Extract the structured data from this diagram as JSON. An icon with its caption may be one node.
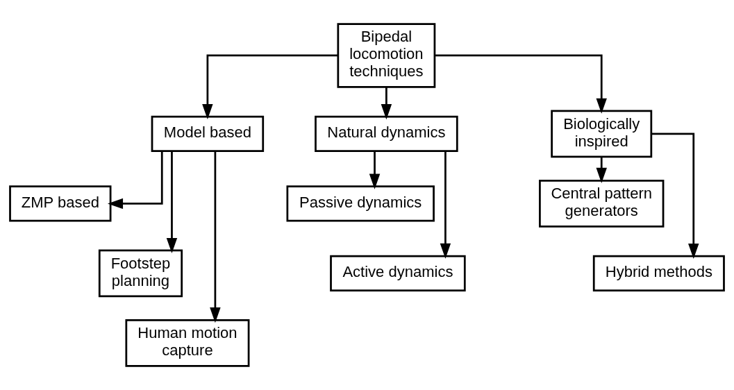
{
  "diagram": {
    "nodes": [
      {
        "text": [
          "Bipedal locomotion techniques"
        ]
      },
      {
        "text": [
          "Model based"
        ]
      },
      {
        "text": [
          "Natural dynamics"
        ]
      },
      {
        "text": [
          "Biologically inspired"
        ]
      },
      {
        "text": [
          "ZMP based"
        ]
      },
      {
        "text": [
          "Footstep planning"
        ]
      },
      {
        "text": [
          "Human motion capture"
        ]
      },
      {
        "text": [
          "Passive dynamics"
        ]
      },
      {
        "text": [
          "Active dynamics"
        ]
      },
      {
        "text": [
          "Central pattern generators"
        ]
      },
      {
        "text": [
          "Hybrid methods"
        ]
      }
    ],
    "edges": [
      {
        "from": 0,
        "to": 1,
        "arrow": "to"
      },
      {
        "from": 0,
        "to": 2,
        "arrow": "to"
      },
      {
        "from": 0,
        "to": 3,
        "arrow": "to"
      },
      {
        "from": 1,
        "to": 4,
        "arrow": "to"
      },
      {
        "from": 1,
        "to": 5,
        "arrow": "to"
      },
      {
        "from": 1,
        "to": 6,
        "arrow": "to"
      },
      {
        "from": 2,
        "to": 7,
        "arrow": "to"
      },
      {
        "from": 2,
        "to": 8,
        "arrow": "to"
      },
      {
        "from": 3,
        "to": 9,
        "arrow": "to"
      },
      {
        "from": 3,
        "to": 10,
        "arrow": "to"
      }
    ]
  }
}
